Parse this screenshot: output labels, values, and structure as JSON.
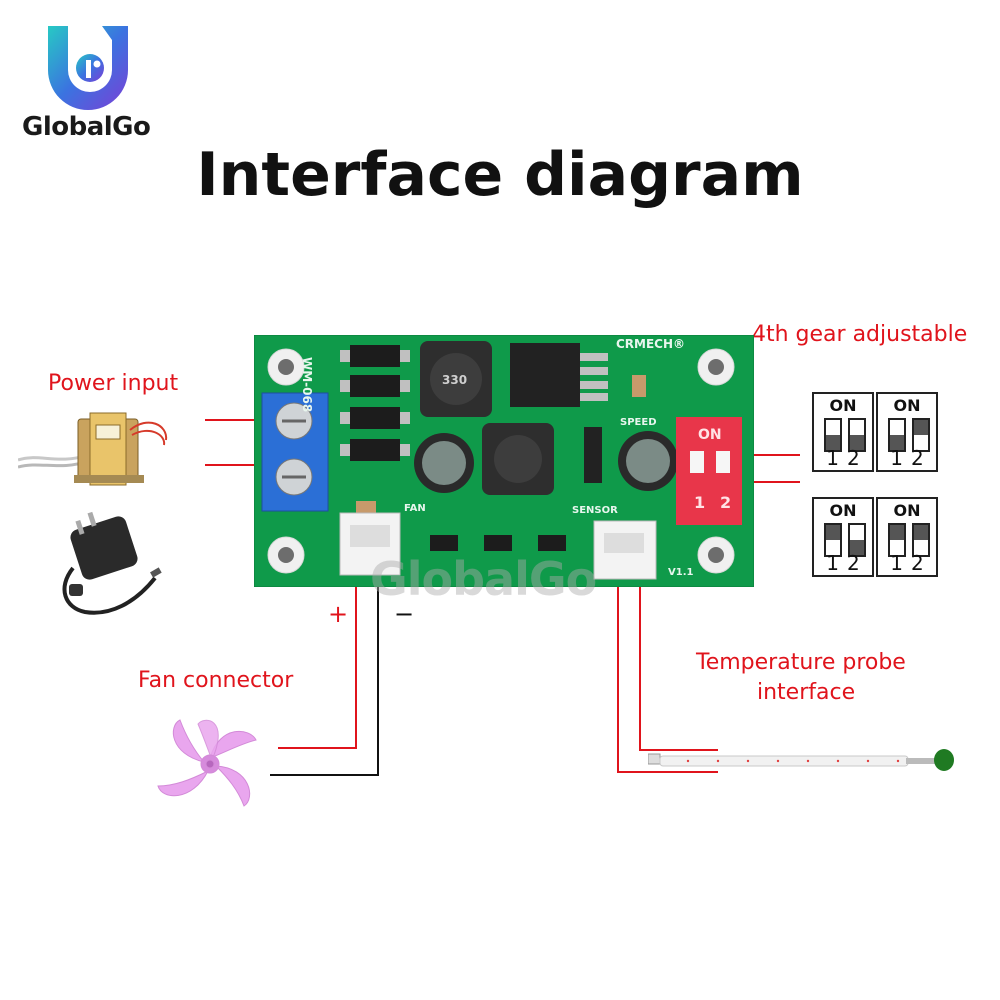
{
  "brand": {
    "name": "GlobalGo"
  },
  "title": "Interface diagram",
  "labels": {
    "power_input": "Power input",
    "gear": "4th gear adjustable",
    "fan_connector": "Fan connector",
    "probe_line1": "Temperature probe",
    "probe_line2": "interface",
    "plus": "+",
    "minus": "−"
  },
  "board": {
    "model": "WM-068",
    "brand_mark": "CRMECH®",
    "speed": "SPEED",
    "fan": "FAN",
    "sensor": "SENSOR",
    "v": "V1.1",
    "inductor_code": "330",
    "dip_on": "ON",
    "dip_1": "1",
    "dip_2": "2"
  },
  "dip_settings": {
    "header": "ON",
    "numbers": "12",
    "states": [
      {
        "switch1": "off",
        "switch2": "off"
      },
      {
        "switch1": "off",
        "switch2": "on"
      },
      {
        "switch1": "on",
        "switch2": "off"
      },
      {
        "switch1": "on",
        "switch2": "on"
      }
    ]
  },
  "watermark": "GlobalGo",
  "colors": {
    "label_red": "#e0141c",
    "pcb_green": "#0f9a4a",
    "terminal_blue": "#2b6fd6",
    "dip_red": "#e8364a",
    "fan_pink": "#e9a6ee"
  }
}
